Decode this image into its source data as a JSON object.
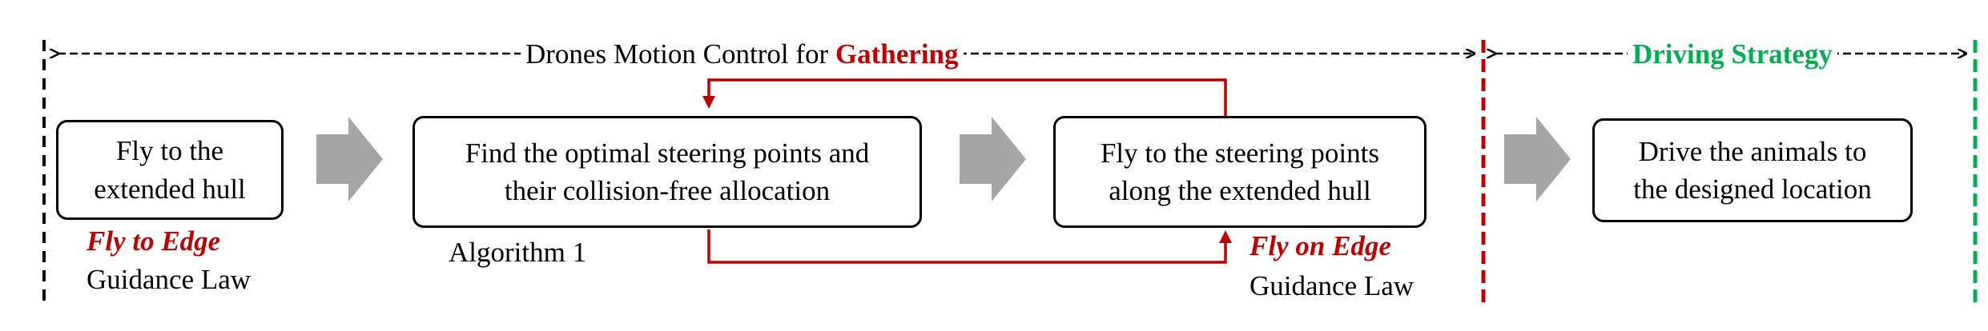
{
  "header": {
    "gathering_prefix": "Drones Motion Control for ",
    "gathering_highlight": "Gathering",
    "driving": "Driving Strategy"
  },
  "colors": {
    "red": "#c00000",
    "green": "#00b050",
    "grey_arrow": "#a6a6a6",
    "black": "#000000"
  },
  "boxes": {
    "fly_hull": [
      "Fly to the",
      "extended hull"
    ],
    "find_points": [
      "Find the optimal steering points and",
      "their collision-free allocation"
    ],
    "fly_steering": [
      "Fly to the steering points",
      "along the extended hull"
    ],
    "drive": [
      "Drive the animals to",
      "the designed location"
    ]
  },
  "labels": {
    "fly_to_edge": "Fly to Edge",
    "guidance_law_1": "Guidance Law",
    "algorithm": "Algorithm 1",
    "fly_on_edge": "Fly on Edge",
    "guidance_law_2": "Guidance Law"
  }
}
